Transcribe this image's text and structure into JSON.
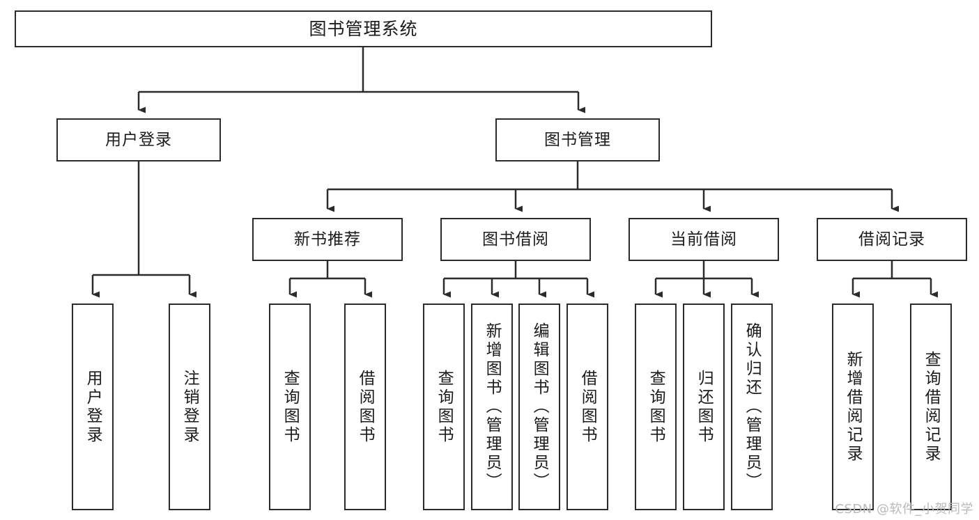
{
  "diagram": {
    "title": "图书管理系统",
    "type": "hierarchy-tree",
    "root": {
      "label": "图书管理系统"
    },
    "level2": [
      {
        "label": "用户登录"
      },
      {
        "label": "图书管理"
      }
    ],
    "level3": [
      {
        "label": "新书推荐"
      },
      {
        "label": "图书借阅"
      },
      {
        "label": "当前借阅"
      },
      {
        "label": "借阅记录"
      }
    ],
    "leaves": [
      {
        "label": "用户登录"
      },
      {
        "label": "注销登录"
      },
      {
        "label": "查询图书"
      },
      {
        "label": "借阅图书"
      },
      {
        "label": "查询图书"
      },
      {
        "label": "新增图书（管理员）"
      },
      {
        "label": "编辑图书（管理员）"
      },
      {
        "label": "借阅图书"
      },
      {
        "label": "查询图书"
      },
      {
        "label": "归还图书"
      },
      {
        "label": "确认归还（管理员）"
      },
      {
        "label": "新增借阅记录"
      },
      {
        "label": "查询借阅记录"
      }
    ],
    "watermark": "CSDN @软件_小贺同学",
    "colors": {
      "stroke": "#2b2b2b",
      "background": "#ffffff",
      "text": "#1b1b1b",
      "watermark": "#b9b9b9"
    }
  }
}
